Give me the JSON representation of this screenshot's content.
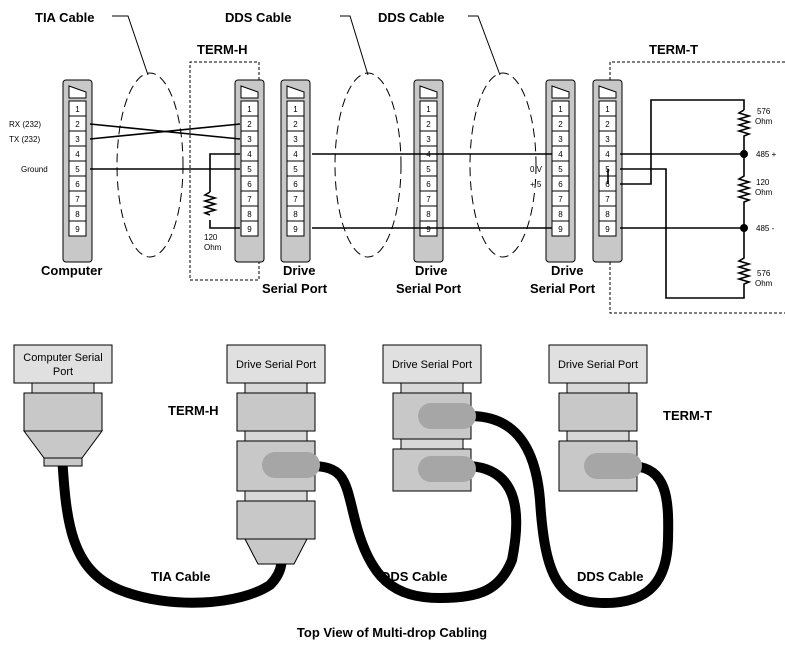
{
  "schematic": {
    "tia_cable_label": "TIA Cable",
    "dds_cable_label_1": "DDS Cable",
    "dds_cable_label_2": "DDS Cable",
    "term_h_label": "TERM-H",
    "term_t_label": "TERM-T",
    "computer_label": "Computer",
    "drive_label": "Drive",
    "serial_port_label": "Serial Port",
    "pins": [
      "1",
      "2",
      "3",
      "4",
      "5",
      "6",
      "7",
      "8",
      "9"
    ],
    "rx_label": "RX (232)",
    "tx_label": "TX (232)",
    "ground_label": "Ground",
    "res_120": "120",
    "ohm": "Ohm",
    "res_576": "576",
    "zero_v": "0 V",
    "plus_5": "+ 5",
    "line_485_plus": "485 +",
    "line_485_minus": "485 -"
  },
  "top_view": {
    "computer_serial_port_line1": "Computer Serial",
    "computer_serial_port_line2": "Port",
    "drive_serial_port": "Drive Serial Port",
    "term_h_label": "TERM-H",
    "term_t_label": "TERM-T",
    "tia_cable_label": "TIA Cable",
    "dds_cable_label_1": "DDS Cable",
    "dds_cable_label_2": "DDS Cable",
    "caption": "Top View of Multi-drop Cabling"
  },
  "colors": {
    "connector_fill": "#c8c8c8",
    "port_box_fill": "#e0e0e0",
    "plug_fill": "#a6a6a6",
    "cable_black": "#000000"
  }
}
